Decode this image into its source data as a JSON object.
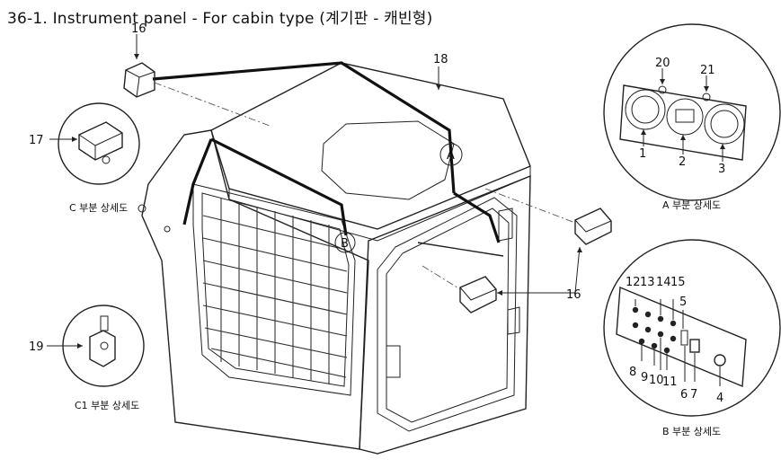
{
  "title": "36-1. Instrument panel - For cabin type (계기판 - 캐빈형)",
  "views": {
    "a_caption": "A 부분 상세도",
    "b_caption": "B 부분 상세도",
    "c_caption": "C 부분 상세도",
    "c1_caption": "C1 부분 상세도",
    "a_marker": "A",
    "b_marker": "B"
  },
  "callouts": [
    "16",
    "17",
    "18",
    "16",
    "19",
    "20",
    "21",
    "1",
    "2",
    "3",
    "12",
    "13",
    "14",
    "15",
    "5",
    "8",
    "9",
    "10",
    "11",
    "6",
    "7",
    "4"
  ]
}
